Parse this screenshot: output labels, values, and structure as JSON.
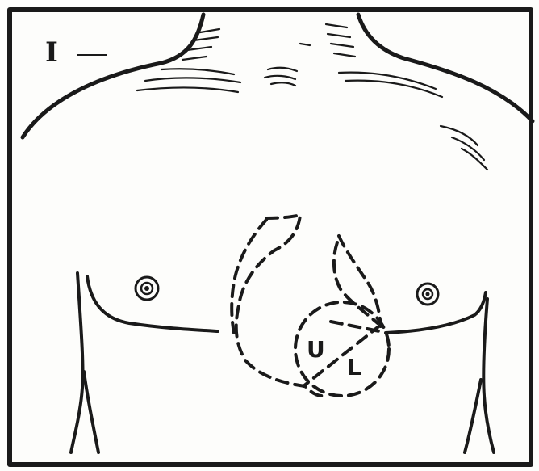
{
  "figure": {
    "panel_label": "I",
    "region_labels": {
      "upper": "U",
      "lower": "L"
    }
  }
}
